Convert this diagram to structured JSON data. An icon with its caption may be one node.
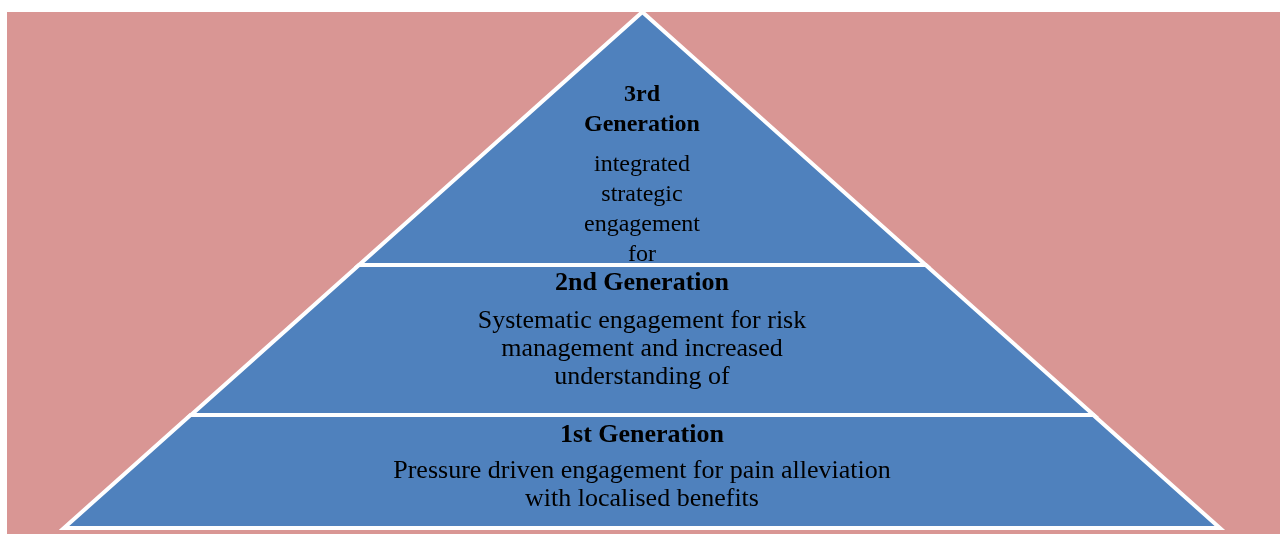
{
  "diagram": {
    "nodes": [
      {
        "text": [
          "3rd Generation",
          "integrated strategic engagement for"
        ]
      },
      {
        "text": [
          "2nd Generation",
          "Systematic engagement for risk management and increased understanding of"
        ]
      },
      {
        "text": [
          "1st Generation",
          "Pressure driven engagement for pain alleviation with localised benefits"
        ]
      }
    ],
    "edges": []
  }
}
